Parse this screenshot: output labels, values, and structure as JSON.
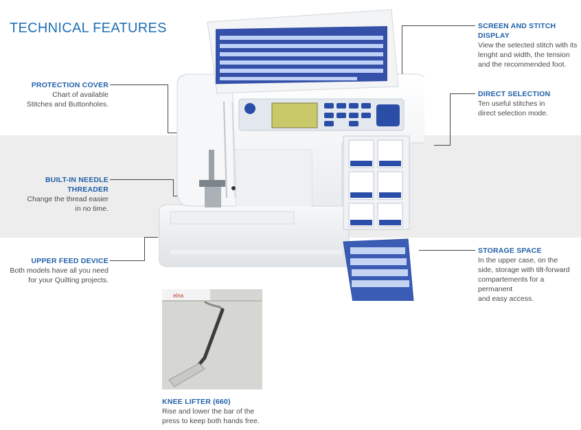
{
  "page_title": "TECHNICAL FEATURES",
  "callouts": {
    "protection_cover": {
      "heading": "PROTECTION COVER",
      "body": [
        "Chart of available",
        "Stitches and Buttonholes."
      ]
    },
    "needle_threader": {
      "heading": [
        "BUILT-IN NEEDLE",
        "THREADER"
      ],
      "body": [
        "Change the thread easier",
        "in no time."
      ]
    },
    "upper_feed": {
      "heading": "UPPER FEED DEVICE",
      "body": [
        "Both models have all you need",
        "for your Quilting projects."
      ]
    },
    "screen_display": {
      "heading": [
        "SCREEN AND STITCH",
        "DISPLAY"
      ],
      "body": [
        "View the selected stitch with its",
        "lenght and width, the tension",
        "and the recommended foot."
      ]
    },
    "direct_selection": {
      "heading": "DIRECT SELECTION",
      "body": [
        "Ten useful stitches in",
        "direct selection mode."
      ]
    },
    "storage_space": {
      "heading": "STORAGE SPACE",
      "body": [
        "In the upper case, on the",
        "side, storage with tilt-forward",
        "compartements for a permanent",
        "and easy access."
      ]
    },
    "knee_lifter": {
      "heading": "KNEE LIFTER (660)",
      "body": [
        "Rise and lower the bar of the",
        "press to keep both hands free."
      ]
    }
  },
  "machine": {
    "brand": "elna",
    "model": "660"
  },
  "colors": {
    "accent_blue": "#1f5fa8",
    "panel_blue": "#2a4ea8",
    "lcd": "#c9c96a"
  }
}
